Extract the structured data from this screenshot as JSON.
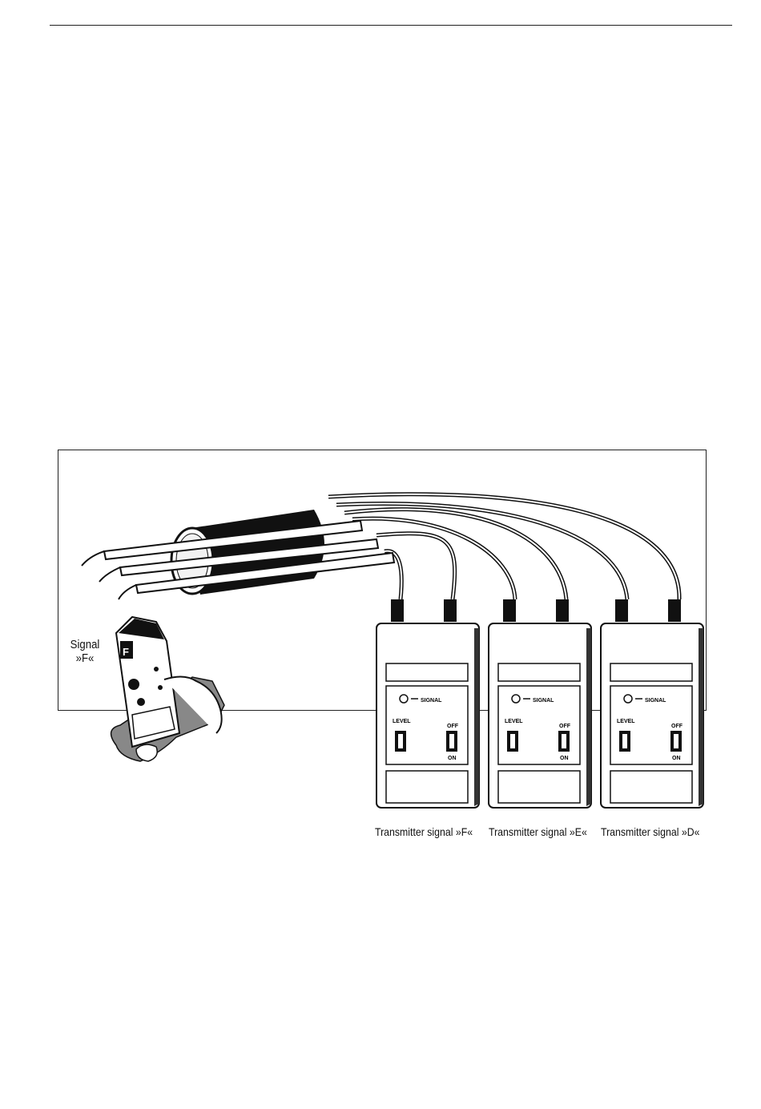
{
  "receiver": {
    "signal_label_line1": "Signal",
    "signal_label_line2": "»F«",
    "display_letter": "F"
  },
  "transmitters": [
    {
      "label": "Transmitter signal »F«",
      "signal_text": "SIGNAL",
      "level_text": "LEVEL",
      "off_text": "OFF",
      "on_text": "ON"
    },
    {
      "label": "Transmitter signal »E«",
      "signal_text": "SIGNAL",
      "level_text": "LEVEL",
      "off_text": "OFF",
      "on_text": "ON"
    },
    {
      "label": "Transmitter signal »D«",
      "signal_text": "SIGNAL",
      "level_text": "LEVEL",
      "off_text": "OFF",
      "on_text": "ON"
    }
  ]
}
